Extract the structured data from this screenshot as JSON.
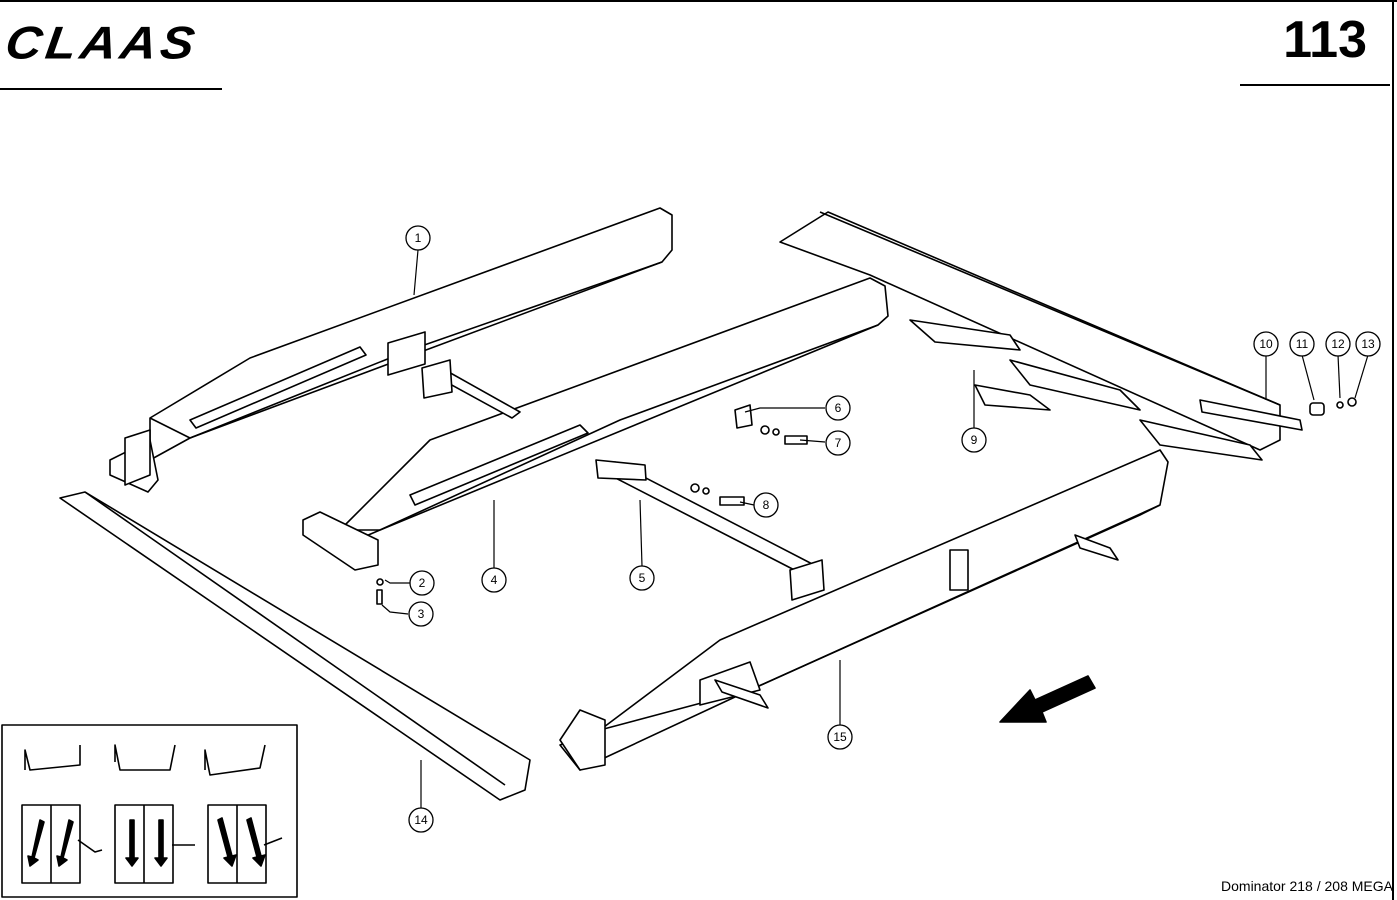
{
  "header": {
    "brand": "CLAAS",
    "page_number": "113"
  },
  "callouts": [
    "1",
    "2",
    "3",
    "4",
    "5",
    "6",
    "7",
    "8",
    "9",
    "10",
    "11",
    "12",
    "13",
    "14",
    "15"
  ],
  "footer": {
    "model": "Dominator 218 / 208 MEGA"
  }
}
